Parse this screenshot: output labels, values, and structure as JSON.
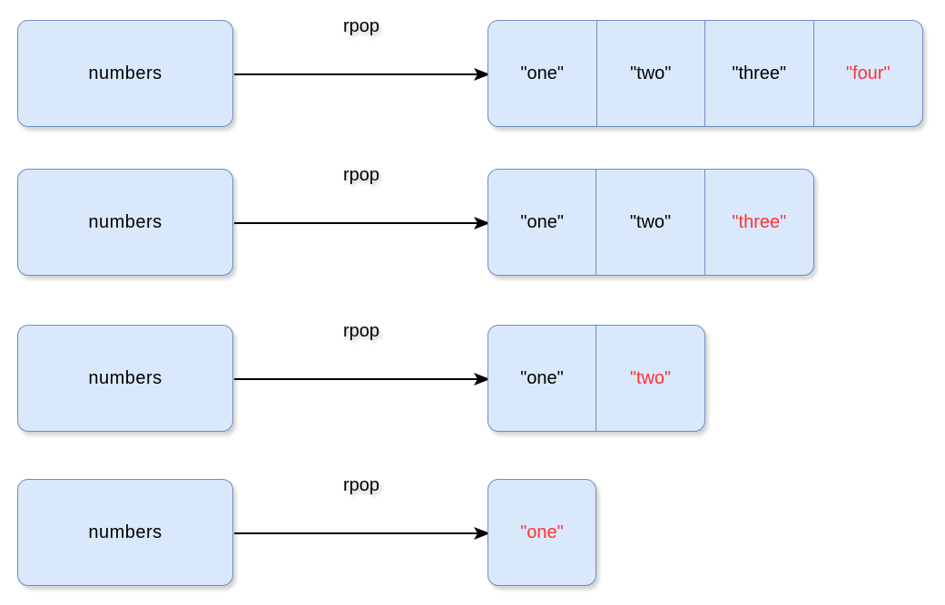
{
  "colors": {
    "box_fill": "#dae8fc",
    "box_stroke": "#6c8ebf",
    "popped_text": "#ff3333",
    "normal_text": "#000000"
  },
  "rows": [
    {
      "key": "numbers",
      "command": "rpop",
      "items": [
        "\"one\"",
        "\"two\"",
        "\"three\"",
        "\"four\""
      ],
      "popped_index": 3
    },
    {
      "key": "numbers",
      "command": "rpop",
      "items": [
        "\"one\"",
        "\"two\"",
        "\"three\""
      ],
      "popped_index": 2
    },
    {
      "key": "numbers",
      "command": "rpop",
      "items": [
        "\"one\"",
        "\"two\""
      ],
      "popped_index": 1
    },
    {
      "key": "numbers",
      "command": "rpop",
      "items": [
        "\"one\""
      ],
      "popped_index": 0
    }
  ]
}
